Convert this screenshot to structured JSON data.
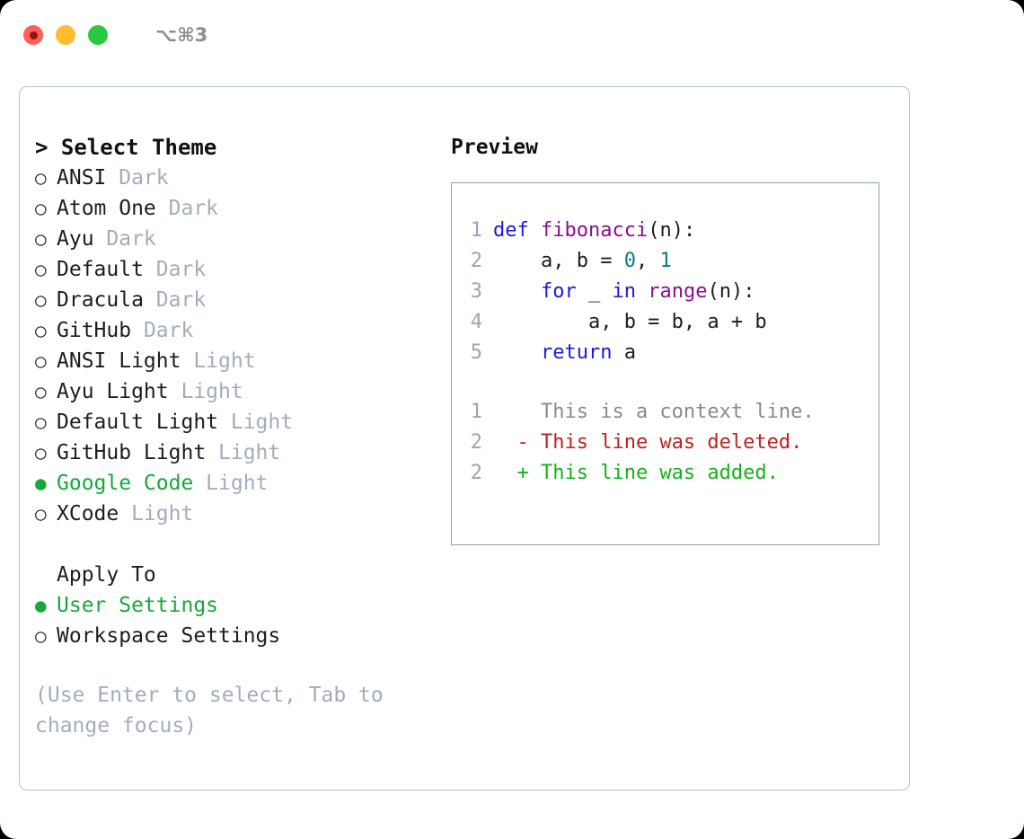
{
  "window": {
    "shortcut": "⌥⌘3",
    "traffic_lights": [
      {
        "name": "close",
        "color": "#ff5f57"
      },
      {
        "name": "minimize",
        "color": "#febc2e"
      },
      {
        "name": "maximize",
        "color": "#28c840"
      }
    ]
  },
  "theme_picker": {
    "heading": "> Select Theme",
    "selected_bullet": "●",
    "unselected_bullet": "○",
    "selected_color": "#18a83a",
    "variant_color": "#a3adba",
    "items": [
      {
        "label": "ANSI",
        "variant": "Dark",
        "selected": false
      },
      {
        "label": "Atom One",
        "variant": "Dark",
        "selected": false
      },
      {
        "label": "Ayu",
        "variant": "Dark",
        "selected": false
      },
      {
        "label": "Default",
        "variant": "Dark",
        "selected": false
      },
      {
        "label": "Dracula",
        "variant": "Dark",
        "selected": false
      },
      {
        "label": "GitHub",
        "variant": "Dark",
        "selected": false
      },
      {
        "label": "ANSI Light",
        "variant": "Light",
        "selected": false
      },
      {
        "label": "Ayu Light",
        "variant": "Light",
        "selected": false
      },
      {
        "label": "Default Light",
        "variant": "Light",
        "selected": false
      },
      {
        "label": "GitHub Light",
        "variant": "Light",
        "selected": false
      },
      {
        "label": "Google Code",
        "variant": "Light",
        "selected": true
      },
      {
        "label": "XCode",
        "variant": "Light",
        "selected": false
      }
    ]
  },
  "apply_to": {
    "heading": "Apply To",
    "items": [
      {
        "label": "User Settings",
        "selected": true
      },
      {
        "label": "Workspace Settings",
        "selected": false
      }
    ]
  },
  "hint": "(Use Enter to select, Tab to change focus)",
  "preview": {
    "heading": "Preview",
    "code_lines": [
      {
        "number": "1",
        "tokens": [
          {
            "text": "def ",
            "type": "kw"
          },
          {
            "text": "fibonacci",
            "type": "fn"
          },
          {
            "text": "(n):",
            "type": "pun"
          }
        ]
      },
      {
        "number": "2",
        "tokens": [
          {
            "text": "    a, b = ",
            "type": "pun"
          },
          {
            "text": "0",
            "type": "num"
          },
          {
            "text": ", ",
            "type": "pun"
          },
          {
            "text": "1",
            "type": "num"
          }
        ]
      },
      {
        "number": "3",
        "tokens": [
          {
            "text": "    ",
            "type": "pun"
          },
          {
            "text": "for",
            "type": "kw"
          },
          {
            "text": " _ ",
            "type": "pun"
          },
          {
            "text": "in",
            "type": "kw"
          },
          {
            "text": " ",
            "type": "pun"
          },
          {
            "text": "range",
            "type": "fn"
          },
          {
            "text": "(n):",
            "type": "pun"
          }
        ]
      },
      {
        "number": "4",
        "tokens": [
          {
            "text": "        a, b = b, a + b",
            "type": "pun"
          }
        ]
      },
      {
        "number": "5",
        "tokens": [
          {
            "text": "    ",
            "type": "pun"
          },
          {
            "text": "return",
            "type": "kw"
          },
          {
            "text": " a",
            "type": "pun"
          }
        ]
      }
    ],
    "diff_lines": [
      {
        "number": "1",
        "marker": " ",
        "text": " This is a context line.",
        "kind": "ctx"
      },
      {
        "number": "2",
        "marker": "-",
        "text": " This line was deleted.",
        "kind": "del"
      },
      {
        "number": "2",
        "marker": "+",
        "text": " This line was added.",
        "kind": "add"
      }
    ],
    "diff_colors": {
      "context": "#8a8a8a",
      "deleted": "#c02020",
      "added": "#17b217"
    },
    "syntax_colors": {
      "keyword": "#1a1ae0",
      "function": "#8b0f8b",
      "number": "#0b7b7b",
      "punctuation": "#1d1d1d",
      "line_number": "#9aa5b1"
    }
  }
}
